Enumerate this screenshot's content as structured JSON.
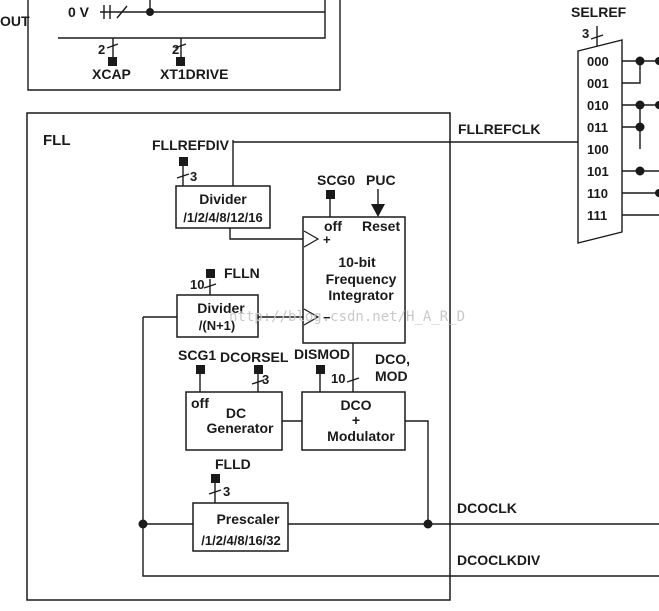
{
  "top_fragment": {
    "out_label": "OUT",
    "zero_v": "0 V",
    "xcap_bits": "2",
    "xcap": "XCAP",
    "xtdrive_bits": "2",
    "xtdrive": "XT1DRIVE"
  },
  "fll": {
    "title": "FLL",
    "fllrefdiv": "FLLREFDIV",
    "fllrefdiv_bits": "3",
    "fllrefclk": "FLLREFCLK",
    "ref_divider": {
      "title": "Divider",
      "ratios": "/1/2/4/8/12/16"
    },
    "integrator": {
      "scg0": "SCG0",
      "puc": "PUC",
      "off": "off",
      "reset": "Reset",
      "plus": "+",
      "minus": "−",
      "line1": "10-bit",
      "line2": "Frequency",
      "line3": "Integrator"
    },
    "flln_bits": "10",
    "flln": "FLLN",
    "n_divider": {
      "title": "Divider",
      "ratio": "/(N+1)"
    },
    "scg1": "SCG1",
    "dcorsel": "DCORSEL",
    "dcorsel_bits": "3",
    "dismod": "DISMOD",
    "dco_mod": {
      "line1": "DCO,",
      "line2": "MOD"
    },
    "dco_bits": "10",
    "dc_generator": {
      "off": "off",
      "line1": "DC",
      "line2": "Generator"
    },
    "dco_modulator": {
      "line1": "DCO",
      "line2": "+",
      "line3": "Modulator"
    },
    "flld": "FLLD",
    "flld_bits": "3",
    "prescaler": {
      "title": "Prescaler",
      "ratios": "/1/2/4/8/16/32"
    },
    "dcoclk": "DCOCLK",
    "dcoclkdiv": "DCOCLKDIV"
  },
  "selref": {
    "label": "SELREF",
    "bits": "3",
    "inputs": [
      "000",
      "001",
      "010",
      "011",
      "100",
      "101",
      "110",
      "111"
    ]
  },
  "watermark": "http://blog.csdn.net/H_A_R_D"
}
